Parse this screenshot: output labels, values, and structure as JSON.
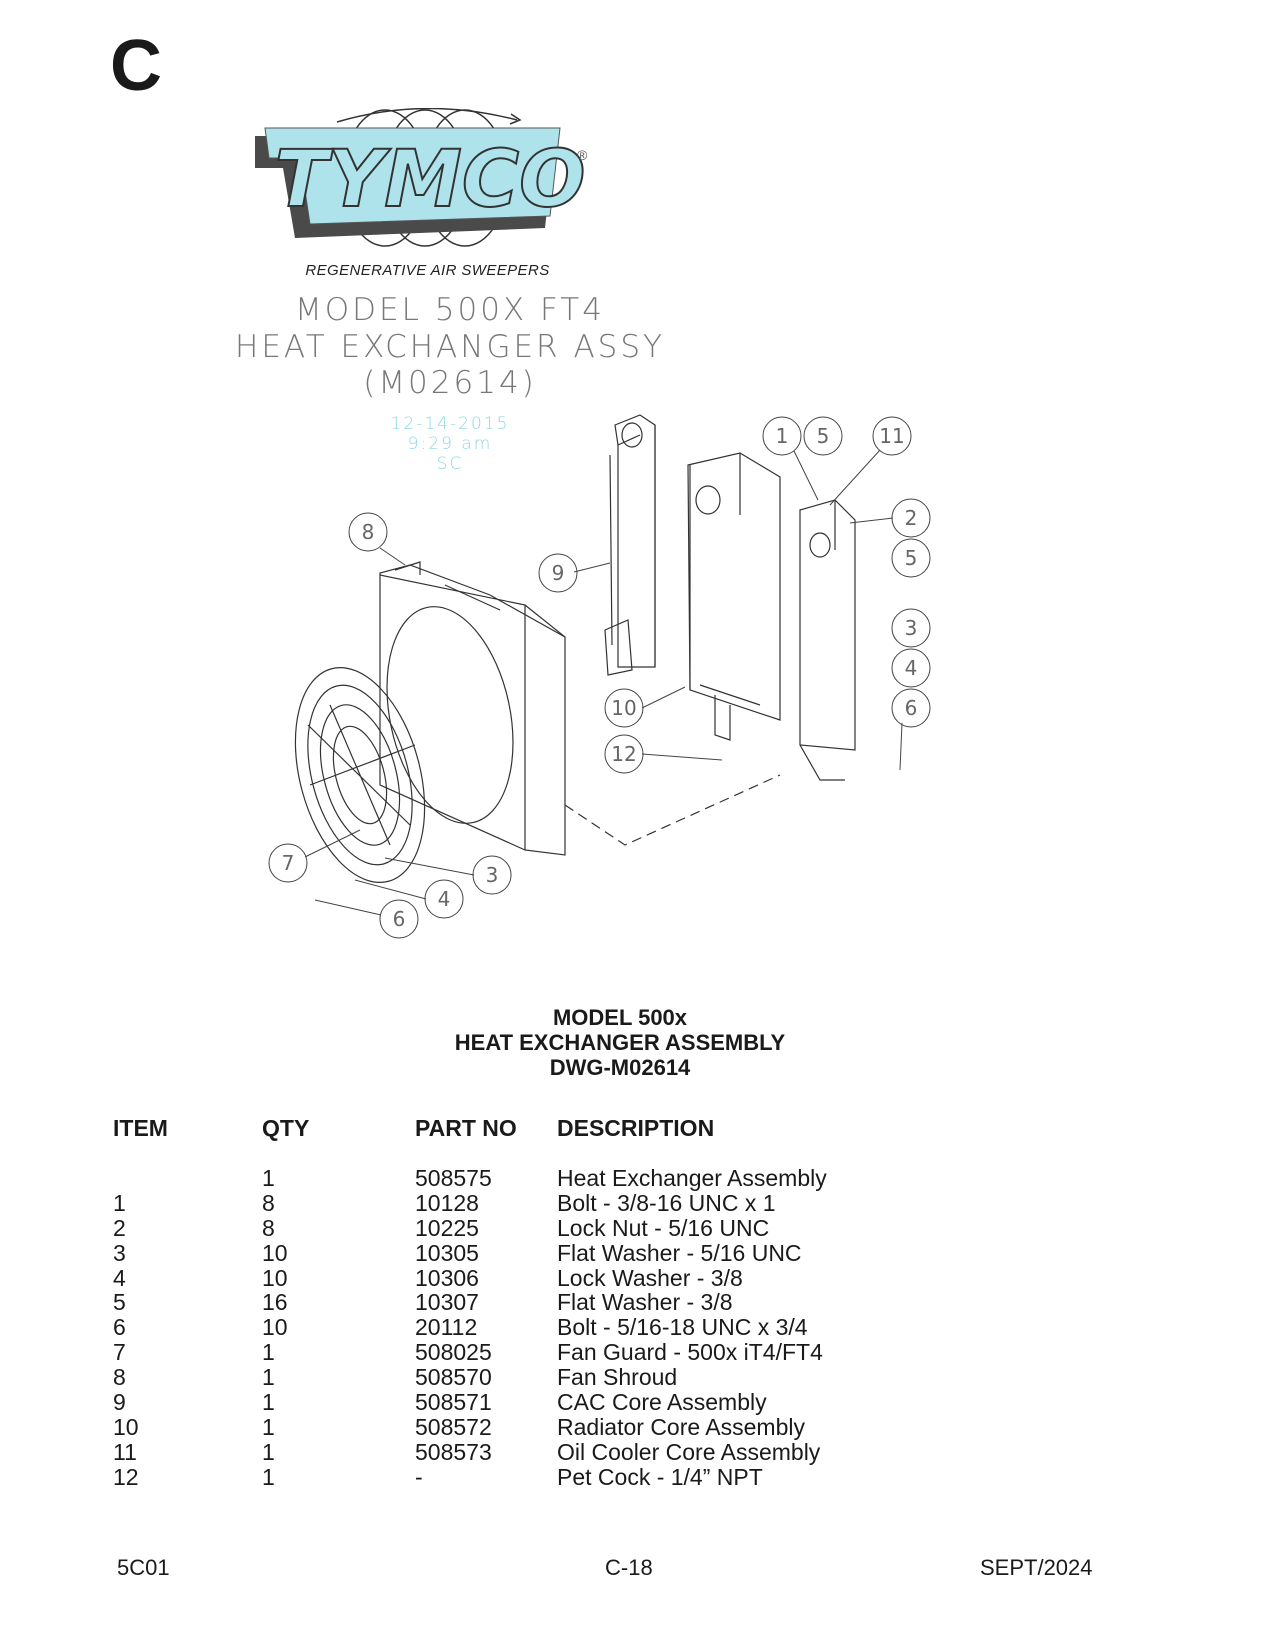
{
  "section_letter": "C",
  "logo": {
    "text": "TYMCO",
    "registered": "®",
    "tagline": "REGENERATIVE AIR SWEEPERS",
    "colors": {
      "fill": "#aee3ec",
      "shadow": "#4a4a4a"
    }
  },
  "drawing_header": {
    "model": "MODEL 500X FT4",
    "assembly": "HEAT EXCHANGER ASSY",
    "number": "(M02614)",
    "date": "12-14-2015",
    "time": "9:29 am",
    "initials": "SC"
  },
  "callouts": [
    "1",
    "5",
    "11",
    "2",
    "5",
    "8",
    "9",
    "3",
    "4",
    "6",
    "10",
    "12",
    "7",
    "3",
    "4",
    "6"
  ],
  "titles": {
    "line1": "MODEL 500x",
    "line2": "HEAT EXCHANGER ASSEMBLY",
    "line3": "DWG-M02614"
  },
  "table": {
    "headers": {
      "item": "ITEM",
      "qty": "QTY",
      "part": "PART NO",
      "desc": "DESCRIPTION"
    },
    "rows": [
      {
        "item": "",
        "qty": "1",
        "part": "508575",
        "desc": "Heat Exchanger Assembly"
      },
      {
        "item": "1",
        "qty": "8",
        "part": "10128",
        "desc": "Bolt - 3/8-16 UNC x 1"
      },
      {
        "item": "2",
        "qty": "8",
        "part": "10225",
        "desc": "Lock Nut - 5/16 UNC"
      },
      {
        "item": "3",
        "qty": "10",
        "part": "10305",
        "desc": "Flat Washer - 5/16 UNC"
      },
      {
        "item": "4",
        "qty": "10",
        "part": "10306",
        "desc": "Lock Washer - 3/8"
      },
      {
        "item": "5",
        "qty": "16",
        "part": "10307",
        "desc": "Flat Washer - 3/8"
      },
      {
        "item": "6",
        "qty": "10",
        "part": "20112",
        "desc": "Bolt - 5/16-18 UNC x 3/4"
      },
      {
        "item": "7",
        "qty": "1",
        "part": "508025",
        "desc": "Fan Guard - 500x iT4/FT4"
      },
      {
        "item": "8",
        "qty": "1",
        "part": "508570",
        "desc": "Fan Shroud"
      },
      {
        "item": "9",
        "qty": "1",
        "part": "508571",
        "desc": "CAC Core Assembly"
      },
      {
        "item": "10",
        "qty": "1",
        "part": "508572",
        "desc": "Radiator Core Assembly"
      },
      {
        "item": "11",
        "qty": "1",
        "part": "508573",
        "desc": "Oil Cooler Core Assembly"
      },
      {
        "item": "12",
        "qty": "1",
        "part": "-",
        "desc": "Pet Cock - 1/4” NPT"
      }
    ]
  },
  "footer": {
    "left": "5C01",
    "center": "C-18",
    "right": "SEPT/2024"
  }
}
